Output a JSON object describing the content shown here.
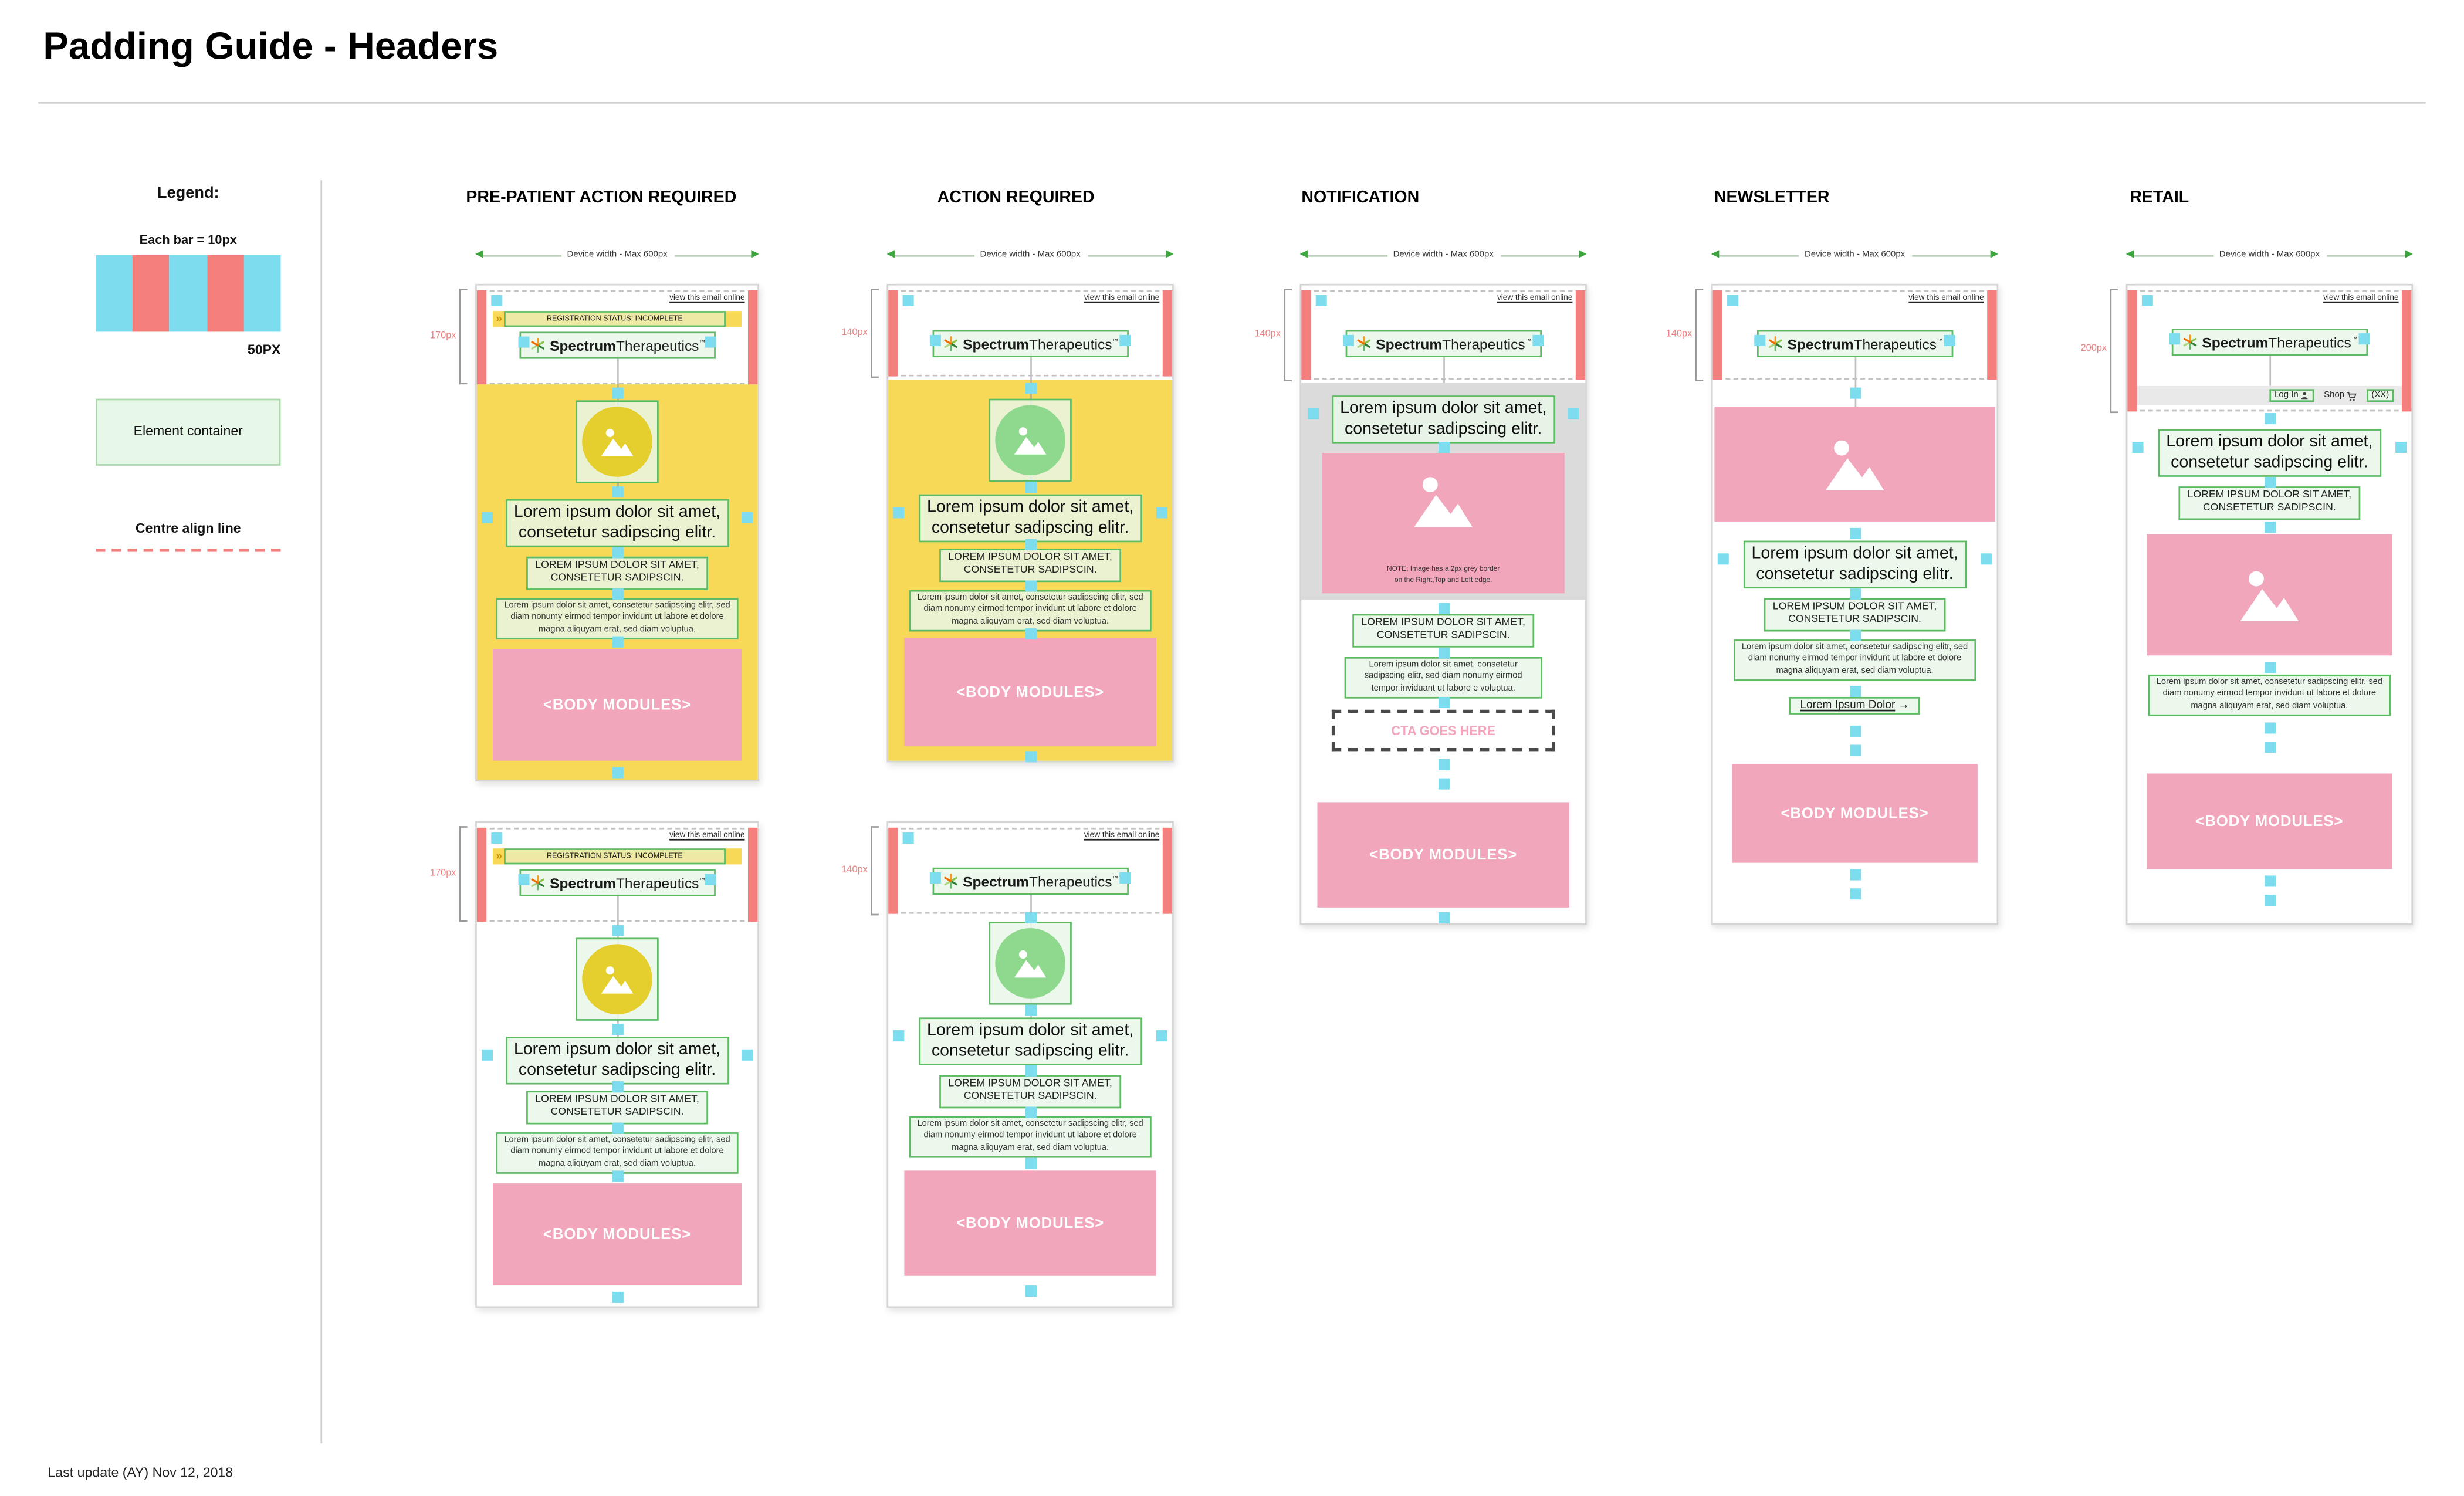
{
  "page": {
    "title": "Padding Guide - Headers",
    "footer": "Last update (AY) Nov 12, 2018"
  },
  "legend": {
    "heading": "Legend:",
    "bar_label": "Each bar = 10px",
    "bar_total": "50PX",
    "element_container": "Element container",
    "centre_align_label": "Centre align line"
  },
  "columns": [
    {
      "label": "PRE-PATIENT ACTION REQUIRED"
    },
    {
      "label": "ACTION REQUIRED"
    },
    {
      "label": "NOTIFICATION"
    },
    {
      "label": "NEWSLETTER"
    },
    {
      "label": "RETAIL"
    }
  ],
  "measurements": {
    "prepatient_header": "170px",
    "action_header": "140px",
    "notification_header": "140px",
    "newsletter_header": "140px",
    "retail_header": "200px"
  },
  "icons": {
    "arrow_left": "◀",
    "arrow_right": "▶",
    "chevrons": "»",
    "link_arrow": "→"
  },
  "email": {
    "device_width": "Device width - Max 600px",
    "view_online": "view this email online",
    "registration_status": "REGISTRATION STATUS: INCOMPLETE",
    "logo_bold": "Spectrum",
    "logo_regular": "Therapeutics",
    "logo_tm": "™",
    "headline_line1": "Lorem ipsum dolor sit amet,",
    "headline_line2": "consetetur sadipscing elitr.",
    "subheadline": "LOREM IPSUM DOLOR SIT AMET, CONSETETUR SADIPSCIN.",
    "body": "Lorem ipsum dolor sit amet, consetetur sadipscing elitr, sed diam nonumy eirmod tempor invidunt ut labore et dolore magna aliquyam erat, sed diam voluptua.",
    "body_short": "Lorem ipsum dolor sit amet, consetetur sadipscing elitr, sed diam nonumy eirmod tempor inviduant ut labore e voluptua.",
    "body_modules": "<BODY MODULES>",
    "cta": "CTA GOES HERE",
    "image_note_line1": "NOTE: Image has a 2px grey border",
    "image_note_line2": "on the Right,Top and Left edge.",
    "link_text": "Lorem Ipsum Dolor",
    "nav_login": "Log In",
    "nav_shop": "Shop",
    "nav_cart_count": "(XX)"
  },
  "palette": {
    "spacer_cyan": "#7EDCEF",
    "padding_red": "#F4807D",
    "block_yellow": "#F8D857",
    "circle_yellow": "#E4CF2F",
    "circle_green": "#8FD98F",
    "module_pink": "#F2A6BB",
    "container_green_bg": "#E7F7E8",
    "container_green_border": "#5DBB63",
    "gray_block": "#DBDBDB"
  }
}
